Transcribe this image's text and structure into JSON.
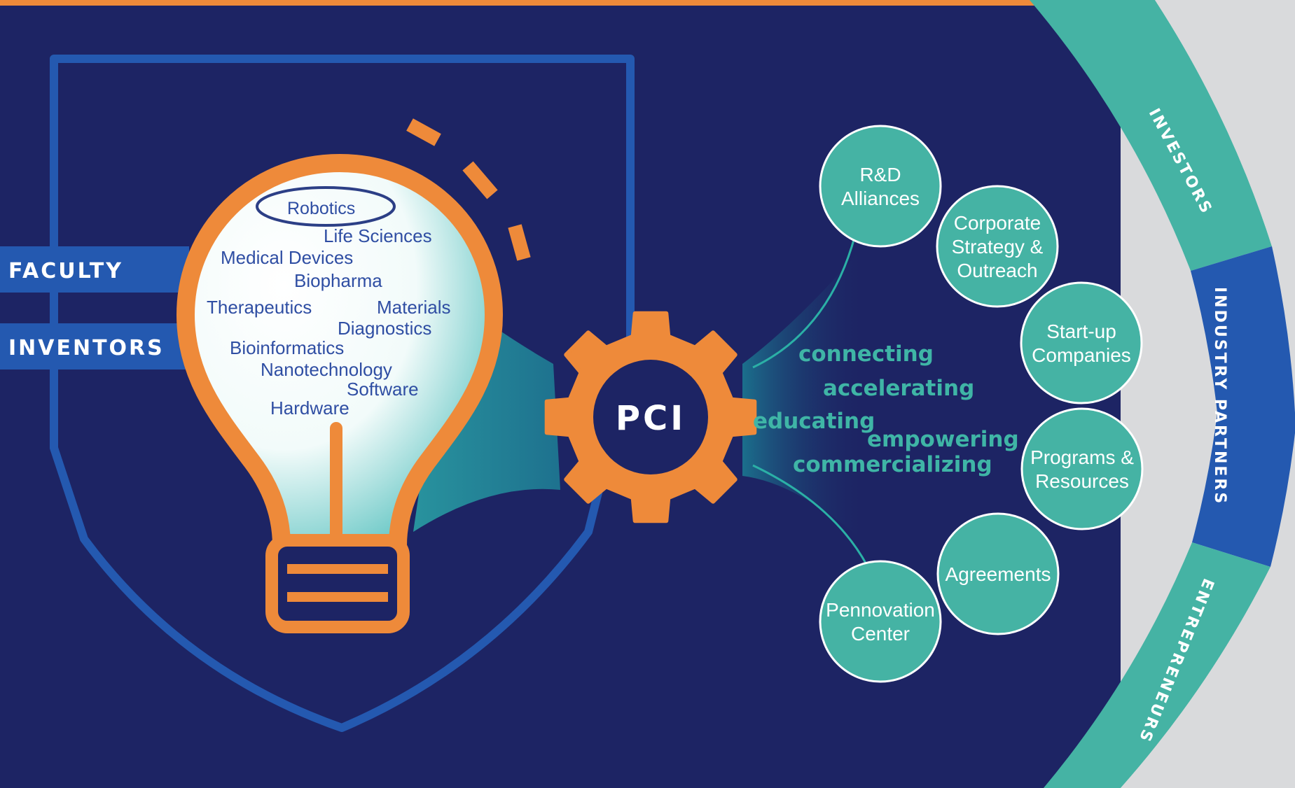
{
  "left_tabs": {
    "faculty": "FACULTY",
    "inventors": "INVENTORS"
  },
  "bulb_words": [
    "Robotics",
    "Life Sciences",
    "Medical Devices",
    "Biopharma",
    "Therapeutics",
    "Materials",
    "Diagnostics",
    "Bioinformatics",
    "Nanotechnology",
    "Software",
    "Hardware"
  ],
  "highlighted_word": "Robotics",
  "hub": {
    "label": "PCI"
  },
  "verbs": [
    "connecting",
    "accelerating",
    "educating",
    "empowering",
    "commercializing"
  ],
  "circles": [
    {
      "lines": [
        "R&D",
        "Alliances"
      ]
    },
    {
      "lines": [
        "Corporate",
        "Strategy &",
        "Outreach"
      ]
    },
    {
      "lines": [
        "Start-up",
        "Companies"
      ]
    },
    {
      "lines": [
        "Programs &",
        "Resources"
      ]
    },
    {
      "lines": [
        "Agreements"
      ]
    },
    {
      "lines": [
        "Pennovation",
        "Center"
      ]
    }
  ],
  "ring_segments": [
    "INVESTORS",
    "INDUSTRY PARTNERS",
    "ENTREPRENEURS"
  ],
  "colors": {
    "background": "#1d2464",
    "orange": "#ee8a3a",
    "teal": "#45b3a4",
    "blue": "#2459b0",
    "bulb_text": "#2f4ea3",
    "verb_text": "#3fb5a6"
  }
}
